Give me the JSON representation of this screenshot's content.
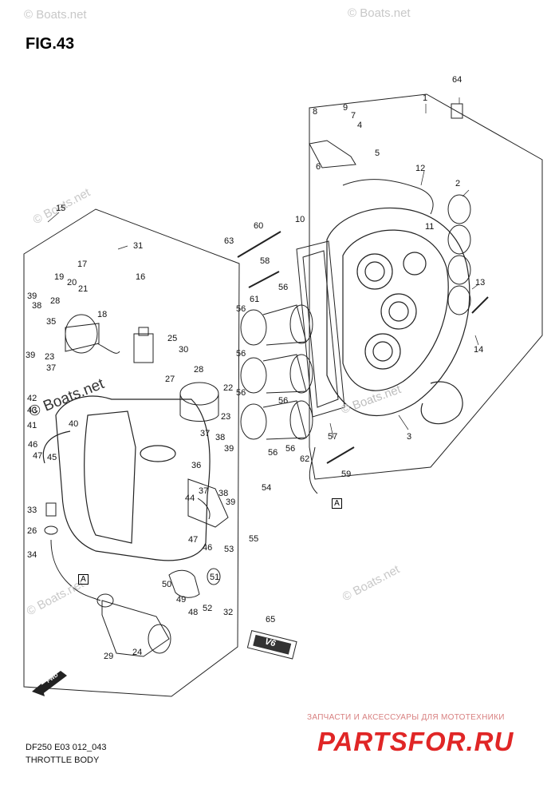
{
  "figure": {
    "title": "FIG.43",
    "code": "DF250 E03 012_043",
    "caption": "THROTTLE BODY",
    "watermark": "© Boats.net",
    "view_ref": "A",
    "direction_marker": "FWD",
    "decal_text": "V6",
    "brand_tagline": "ЗАПЧАСТИ И АКСЕССУАРЫ ДЛЯ МОТОТЕХНИКИ",
    "brand_logo": "PARTSFOR.RU"
  },
  "callouts": {
    "c1": "1",
    "c2": "2",
    "c3": "3",
    "c4": "4",
    "c5": "5",
    "c6": "6",
    "c7": "7",
    "c8": "8",
    "c9": "9",
    "c10": "10",
    "c11": "11",
    "c12": "12",
    "c13": "13",
    "c14": "14",
    "c15": "15",
    "c16": "16",
    "c17": "17",
    "c18": "18",
    "c19": "19",
    "c20": "20",
    "c21": "21",
    "c22": "22",
    "c23": "23",
    "c24": "24",
    "c25": "25",
    "c26": "26",
    "c27": "27",
    "c28": "28",
    "c29": "29",
    "c30": "30",
    "c31": "31",
    "c32": "32",
    "c33": "33",
    "c34": "34",
    "c35": "35",
    "c36": "36",
    "c37": "37",
    "c38": "38",
    "c39": "39",
    "c40": "40",
    "c41": "41",
    "c42": "42",
    "c43": "43",
    "c44": "44",
    "c45": "45",
    "c46": "46",
    "c47": "47",
    "c48": "48",
    "c49": "49",
    "c50": "50",
    "c51": "51",
    "c52": "52",
    "c53": "53",
    "c54": "54",
    "c55": "55",
    "c56": "56",
    "c57": "57",
    "c58": "58",
    "c59": "59",
    "c60": "60",
    "c61": "61",
    "c62": "62",
    "c63": "63",
    "c64": "64",
    "c65": "65"
  },
  "colors": {
    "line": "#222222",
    "watermark": "#c8c8c8",
    "brand_red": "#e02626"
  }
}
